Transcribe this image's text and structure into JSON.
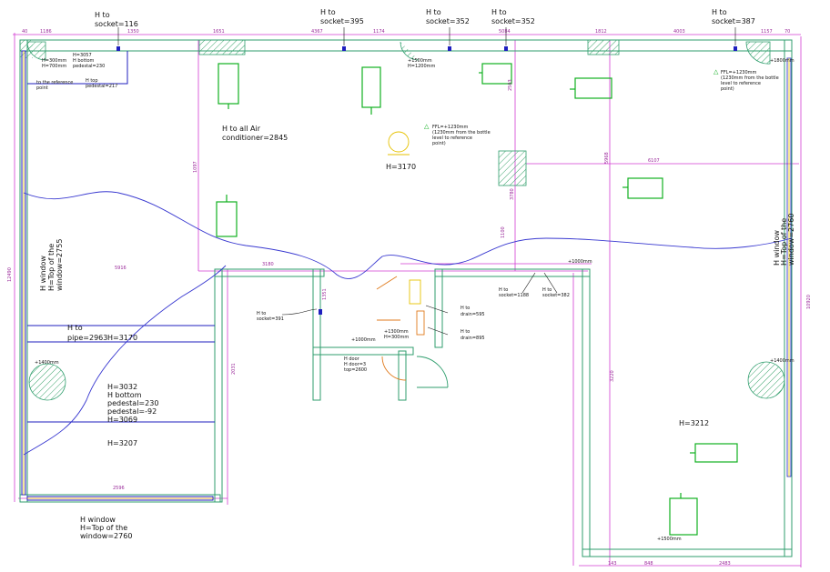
{
  "colors": {
    "wall": "#2f9e6d",
    "dimension": "#d23cd2",
    "blue_line": "#1f1fbf",
    "equipment": "#10b020",
    "orange": "#e07a1c",
    "hatch": "#3aa36b"
  },
  "top_labels": [
    {
      "line1": "H to",
      "line2": "socket=116"
    },
    {
      "line1": "H to",
      "line2": "socket=395"
    },
    {
      "line1": "H to",
      "line2": "socket=352"
    },
    {
      "line1": "H to",
      "line2": "socket=352"
    },
    {
      "line1": "H to",
      "line2": "socket=387"
    }
  ],
  "top_dims": [
    "40",
    "1186",
    "1350",
    "1651",
    "4367",
    "1174",
    "5084",
    "1812",
    "4003",
    "1157",
    "70"
  ],
  "left_top_note": {
    "lines": [
      "H=3057",
      "H bottom",
      "pedestal=230"
    ],
    "h_tag": "H=300mm",
    "h_tag2": "H=700mm"
  },
  "left_ref": {
    "a": "to the reference",
    "b": "point",
    "c": "H top",
    "d": "pedestal=217"
  },
  "room_ac": {
    "line1": "H to all Air",
    "line2": "conditioner=2845"
  },
  "ffl_center": {
    "line1": "FFL=+1230mm",
    "line2": "(1230mm from the bottle",
    "line3": "level to reference",
    "line4": "point)"
  },
  "ffl_right": {
    "line1": "FFL=+1230mm",
    "line2": "(1230mm from the bottle",
    "line3": "level to reference",
    "line4": "point)"
  },
  "h_3170_center": "H=3170",
  "left_window": {
    "line1": "H window",
    "line2": "H=Top of the",
    "line3": "window=2755"
  },
  "right_window": {
    "line1": "H window",
    "line2": "H=Top of the",
    "line3": "window=2760"
  },
  "pipe": {
    "line1": "H to",
    "line2": "pipe=2963",
    "line3": "H=3170"
  },
  "pedestal_block": {
    "l1": "H=3032",
    "l2": "H bottom",
    "l3": "pedestal=230",
    "l4": "pedestal=-92",
    "l5": "H=3069"
  },
  "h_3207": "H=3207",
  "bottom_window": {
    "line1": "H window",
    "line2": "H=Top of the",
    "line3": "window=2760"
  },
  "socket_391": {
    "line1": "H to",
    "line2": "socket=391"
  },
  "socket_1188": {
    "line1": "H to",
    "line2": "socket=1188"
  },
  "socket_382": {
    "line1": "H to",
    "line2": "socket=382"
  },
  "drain_595": {
    "line1": "H to",
    "line2": "drain=595"
  },
  "drain_895": {
    "line1": "H to",
    "line2": "drain=895"
  },
  "door_note": {
    "line1": "H door",
    "line2": "H door=3",
    "line3": "top=2600"
  },
  "h_3212": "H=3212",
  "mid_dims": {
    "d5916": "5916",
    "d3180": "3180",
    "d1000": "+1000mm",
    "d3780": "3780",
    "d1097": "1097",
    "d6107": "6107",
    "d2503": "2503",
    "d5968": "5968",
    "d3220": "3220",
    "d2031": "2031",
    "d1351": "1351",
    "d12490": "12490",
    "d10920": "10920",
    "d1100": "1100"
  },
  "bottom_dims": [
    "143",
    "848",
    "2483"
  ],
  "left_bottom_dim": "2596",
  "mm_tags": {
    "a": "+1000mm",
    "b": "+1300mm",
    "c": "H=300mm",
    "d": "+1500mm",
    "e": "H=1200mm",
    "f": "+1800mm",
    "g": "+1400mm"
  }
}
